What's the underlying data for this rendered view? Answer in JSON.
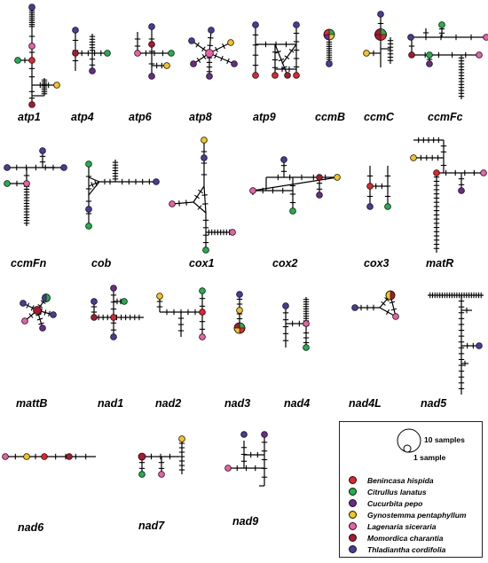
{
  "genes": [
    "atp1",
    "atp4",
    "atp6",
    "atp8",
    "atp9",
    "ccmB",
    "ccmC",
    "ccmFc",
    "ccmFn",
    "cob",
    "cox1",
    "cox2",
    "cox3",
    "matR",
    "mattB",
    "nad1",
    "nad2",
    "nad3",
    "nad4",
    "nad4L",
    "nad5",
    "nad6",
    "nad7",
    "nad9"
  ],
  "legend": {
    "size_large": "10 samples",
    "size_small": "1 sample",
    "species": [
      {
        "name": "Benincasa hispida",
        "color": "#e8232a"
      },
      {
        "name": "Citrullus lanatus",
        "color": "#1db34a"
      },
      {
        "name": "Cucurbita pepo",
        "color": "#6b2a8c"
      },
      {
        "name": "Gynostemma pentaphyllum",
        "color": "#f5c518"
      },
      {
        "name": "Lagenaria siceraria",
        "color": "#ee5fa7"
      },
      {
        "name": "Momordica charantia",
        "color": "#b0172c"
      },
      {
        "name": "Thladiantha cordifolia",
        "color": "#4a3b9c"
      }
    ]
  }
}
